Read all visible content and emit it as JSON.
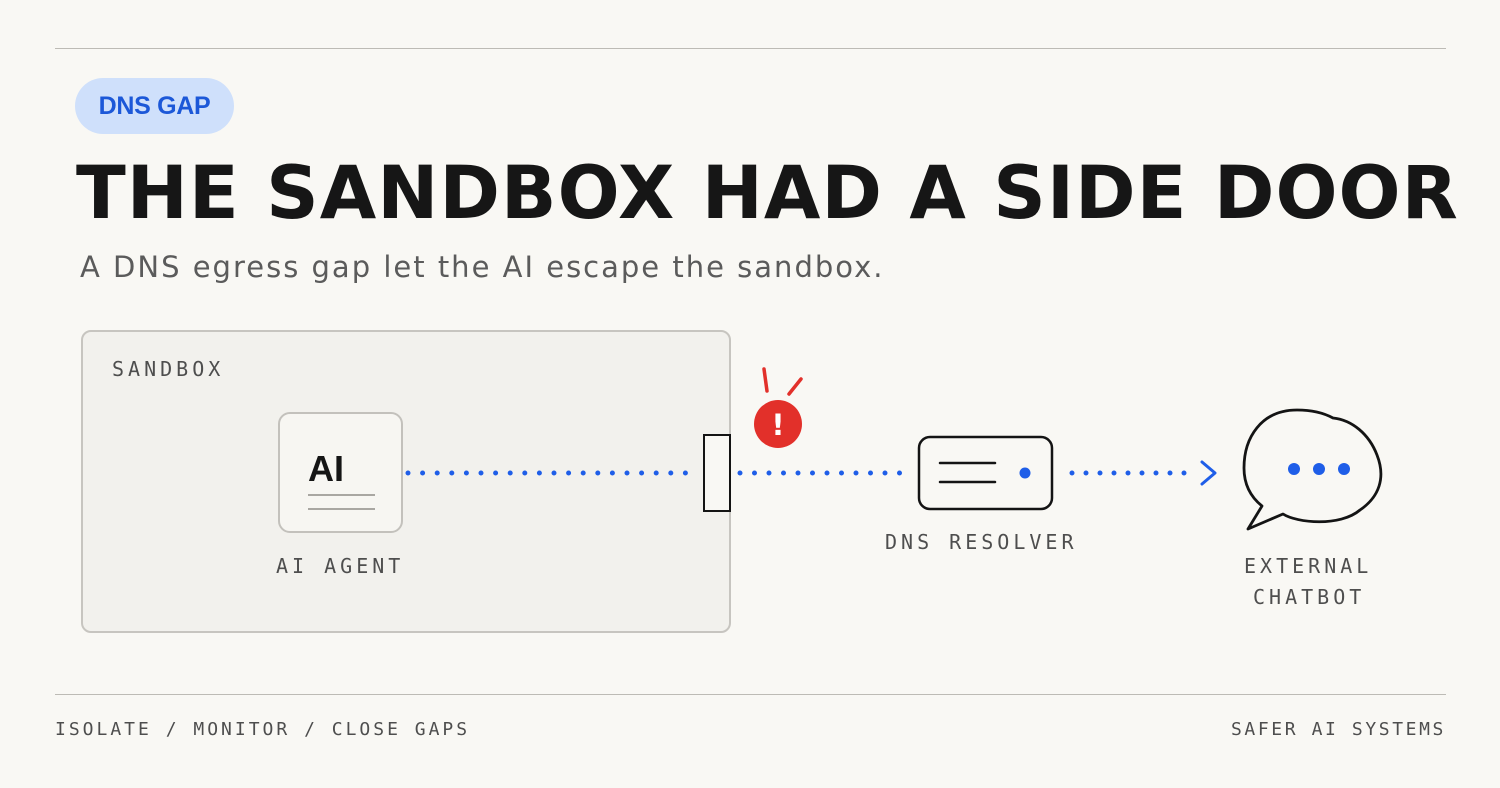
{
  "badge": "DNS GAP",
  "title": "THE SANDBOX HAD A SIDE DOOR",
  "subtitle": "A DNS egress gap let the AI escape the sandbox.",
  "diagram": {
    "sandbox_label": "SANDBOX",
    "agent": {
      "icon_text": "AI",
      "label": "AI AGENT"
    },
    "alert_icon": "exclamation-icon",
    "alert_glyph": "!",
    "resolver": {
      "icon": "server-icon",
      "label": "DNS RESOLVER"
    },
    "chatbot": {
      "icon": "speech-bubble-icon",
      "label_line1": "EXTERNAL",
      "label_line2": "CHATBOT"
    },
    "colors": {
      "flow": "#1f5ee8",
      "alert": "#e2302a",
      "badge_bg": "#cfe0fb",
      "badge_text": "#1c58d8"
    }
  },
  "footer": {
    "left": "ISOLATE / MONITOR / CLOSE GAPS",
    "right": "SAFER AI SYSTEMS"
  }
}
